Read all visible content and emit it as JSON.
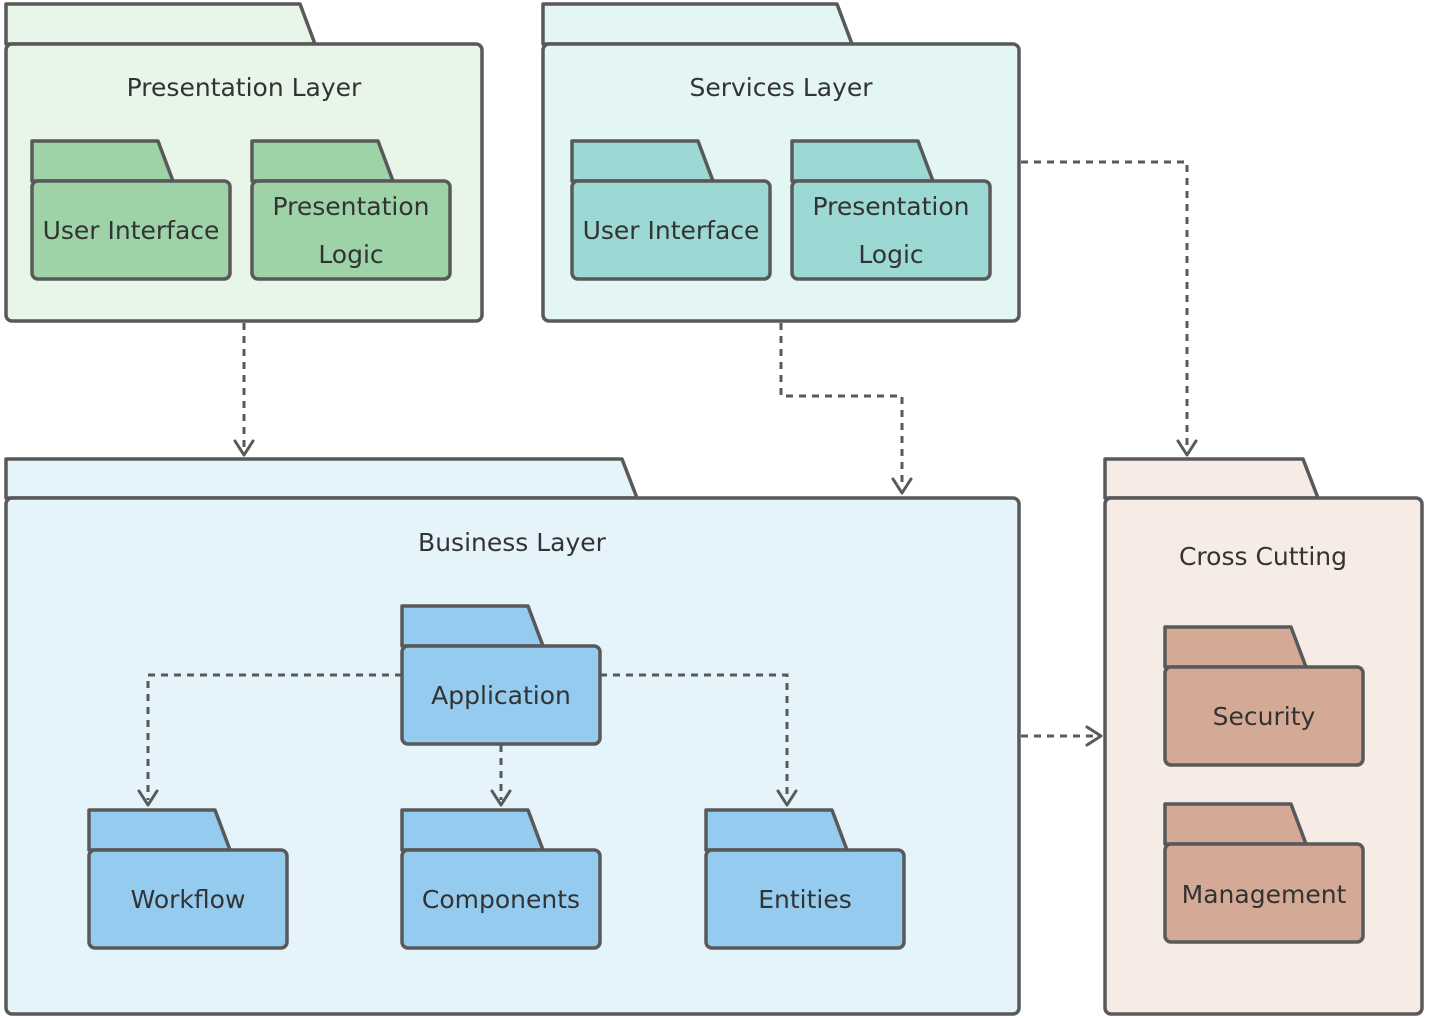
{
  "colors": {
    "stroke": "#595959",
    "presentation_fill": "#e8f5e9",
    "presentation_inner": "#9dd3a6",
    "services_fill": "#e3f6f4",
    "services_inner": "#9cd8d4",
    "business_fill": "#e5f4fb",
    "business_inner": "#94cbee",
    "cross_fill": "#f7ebe5",
    "cross_inner": "#d4a996"
  },
  "packages": {
    "presentation": {
      "title": "Presentation Layer",
      "children": [
        {
          "label": "User Interface"
        },
        {
          "line1": "Presentation",
          "line2": "Logic"
        }
      ]
    },
    "services": {
      "title": "Services Layer",
      "children": [
        {
          "label": "User Interface"
        },
        {
          "line1": "Presentation",
          "line2": "Logic"
        }
      ]
    },
    "business": {
      "title": "Business Layer",
      "children": [
        {
          "label": "Application"
        },
        {
          "label": "Workflow"
        },
        {
          "label": "Components"
        },
        {
          "label": "Entities"
        }
      ]
    },
    "cross": {
      "title": "Cross Cutting",
      "children": [
        {
          "label": "Security"
        },
        {
          "label": "Management"
        }
      ]
    }
  }
}
